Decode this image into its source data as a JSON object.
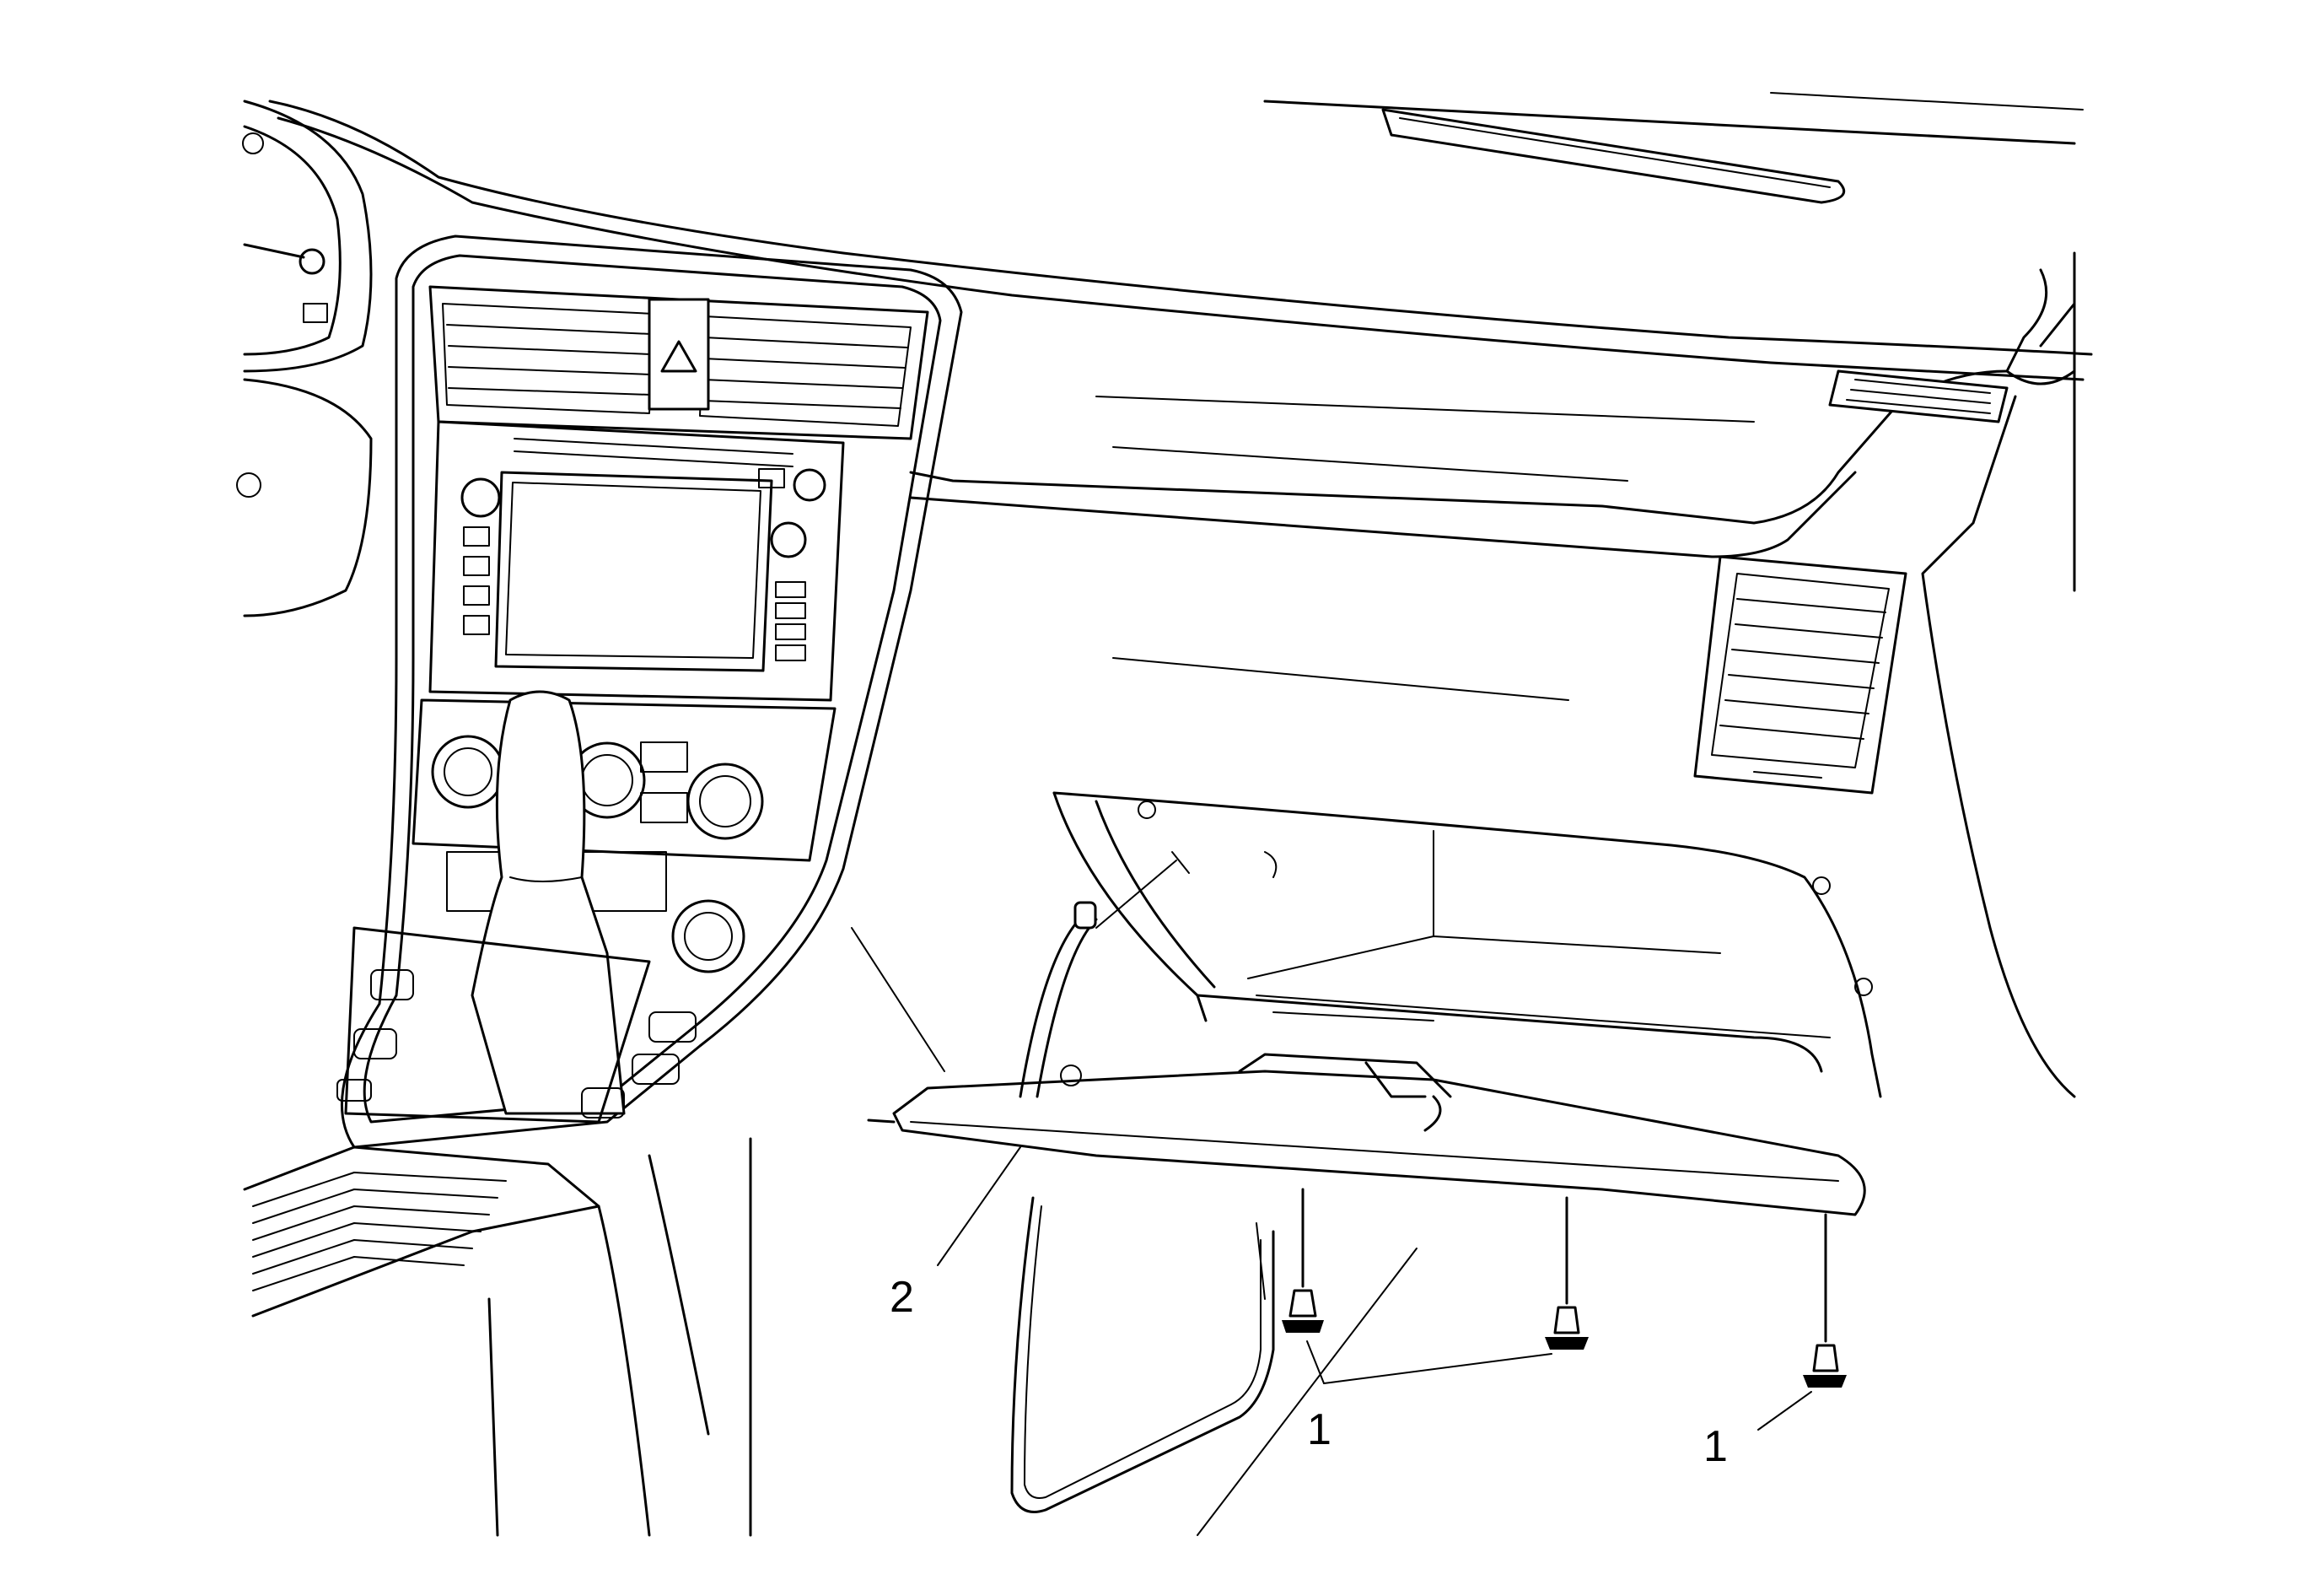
{
  "callouts": [
    {
      "label": "1"
    },
    {
      "label": "1"
    },
    {
      "label": "2"
    }
  ],
  "colors": {
    "line": "#000000",
    "background": "#ffffff"
  },
  "icons": [
    "hazard-triangle-icon",
    "gear-shifter-icon",
    "fastener-screw-icon"
  ]
}
